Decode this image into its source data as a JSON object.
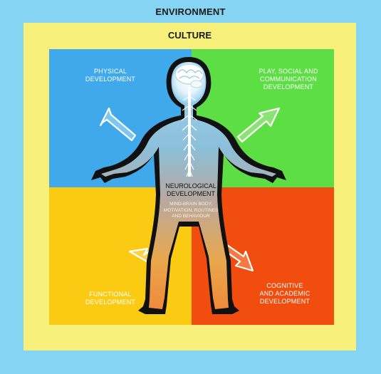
{
  "environment": "ENVIRONMENT",
  "culture": "CULTURE",
  "quadrants": {
    "physical": "PHYSICAL\nDEVELOPMENT",
    "play": "PLAY, SOCIAL AND\nCOMMUNICATION\nDEVELOPMENT",
    "functional": "FUNCTIONAL\nDEVELOPMENT",
    "cognitive": "COGNITIVE\nAND ACADEMIC\nDEVELOPMENT"
  },
  "center": {
    "title": "NEUROLOGICAL\nDEVELOPMENT",
    "subtitle": "MIND-BRAIN BODY,\nMOTIVATION, ROUTINES\nAND BEHAVIOUR"
  },
  "colors": {
    "environment": "#86d4f3",
    "culture": "#f7f07a",
    "physical": "#3fa9ec",
    "play": "#5ede45",
    "functional": "#fbcb14",
    "cognitive": "#f14d0f"
  },
  "icons": [
    "human-body-silhouette-icon",
    "brain-icon",
    "spine-icon",
    "arrow-icon"
  ]
}
